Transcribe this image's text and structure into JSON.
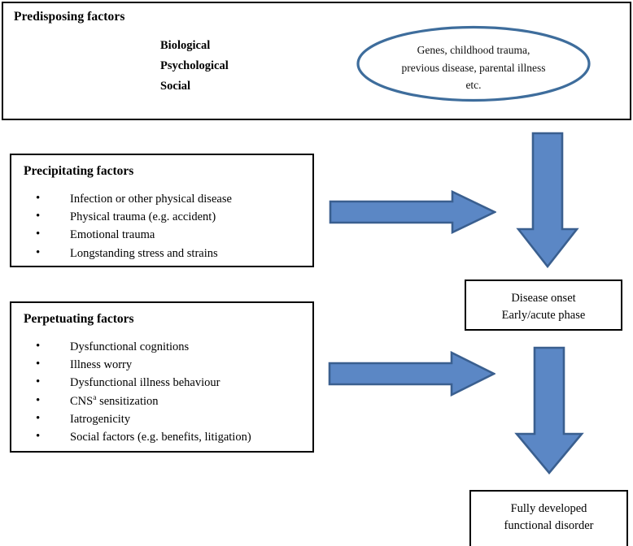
{
  "predisposing": {
    "title": "Predisposing factors",
    "items": [
      "Biological",
      "Psychological",
      "Social"
    ],
    "ellipse_text_lines": [
      "Genes, childhood trauma,",
      "previous disease, parental illness",
      "etc."
    ],
    "ellipse_border_color": "#3E6D9C"
  },
  "precipitating": {
    "title": "Precipitating factors",
    "items": [
      "Infection or other physical disease",
      "Physical trauma (e.g. accident)",
      "Emotional trauma",
      "Longstanding stress and strains"
    ]
  },
  "perpetuating": {
    "title": "Perpetuating factors",
    "items": [
      "Dysfunctional cognitions",
      "Illness worry",
      "Dysfunctional illness behaviour",
      "CNS<sup class=\"note\">a</sup> sensitization",
      "Iatrogenicity",
      "Social factors (e.g. benefits, litigation)"
    ]
  },
  "stages": {
    "disease_onset_lines": [
      "Disease onset",
      "Early/acute phase"
    ],
    "fully_developed_lines": [
      "Fully developed",
      "functional disorder"
    ]
  },
  "arrows": {
    "fill_color": "#5B87C5",
    "stroke_color": "#3A5F8F",
    "labels": {
      "right_1": "precipitating-to-onset-arrow",
      "right_2": "perpetuating-to-disorder-arrow",
      "down_1": "predisposing-to-onset-arrow",
      "down_2": "onset-to-disorder-arrow"
    }
  },
  "colors": {
    "box_border": "#000000",
    "background": "#FFFFFF",
    "text": "#000000"
  }
}
